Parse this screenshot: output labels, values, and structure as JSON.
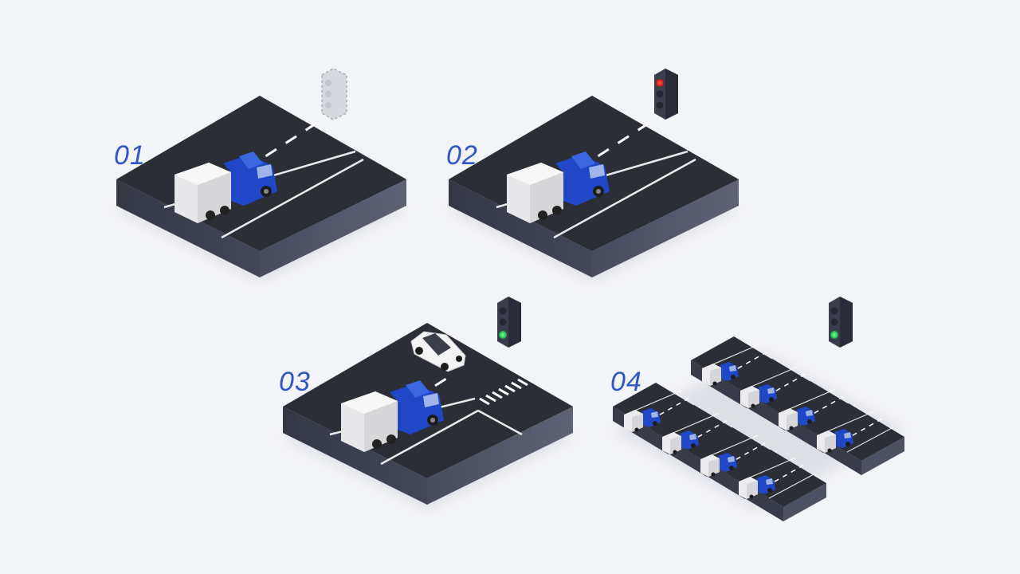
{
  "steps": [
    {
      "label": "01",
      "light": "placeholder",
      "scene": "single-truck"
    },
    {
      "label": "02",
      "light": "red",
      "scene": "single-truck"
    },
    {
      "label": "03",
      "light": "green",
      "scene": "truck-car-crosswalk"
    },
    {
      "label": "04",
      "light": "green",
      "scene": "truck-fleet-grid"
    }
  ],
  "colors": {
    "background": "#f3f4f8",
    "road_top": "#2c2e35",
    "road_side_left": "#3d4150",
    "road_side_right": "#525869",
    "lane_marking": "#ffffff",
    "truck_cab": "#1f47c8",
    "trailer": "#ededed",
    "light_red": "#e0241b",
    "light_green": "#28d05a",
    "label": "#2f56c8"
  },
  "fleet": {
    "truck_count": 8
  }
}
